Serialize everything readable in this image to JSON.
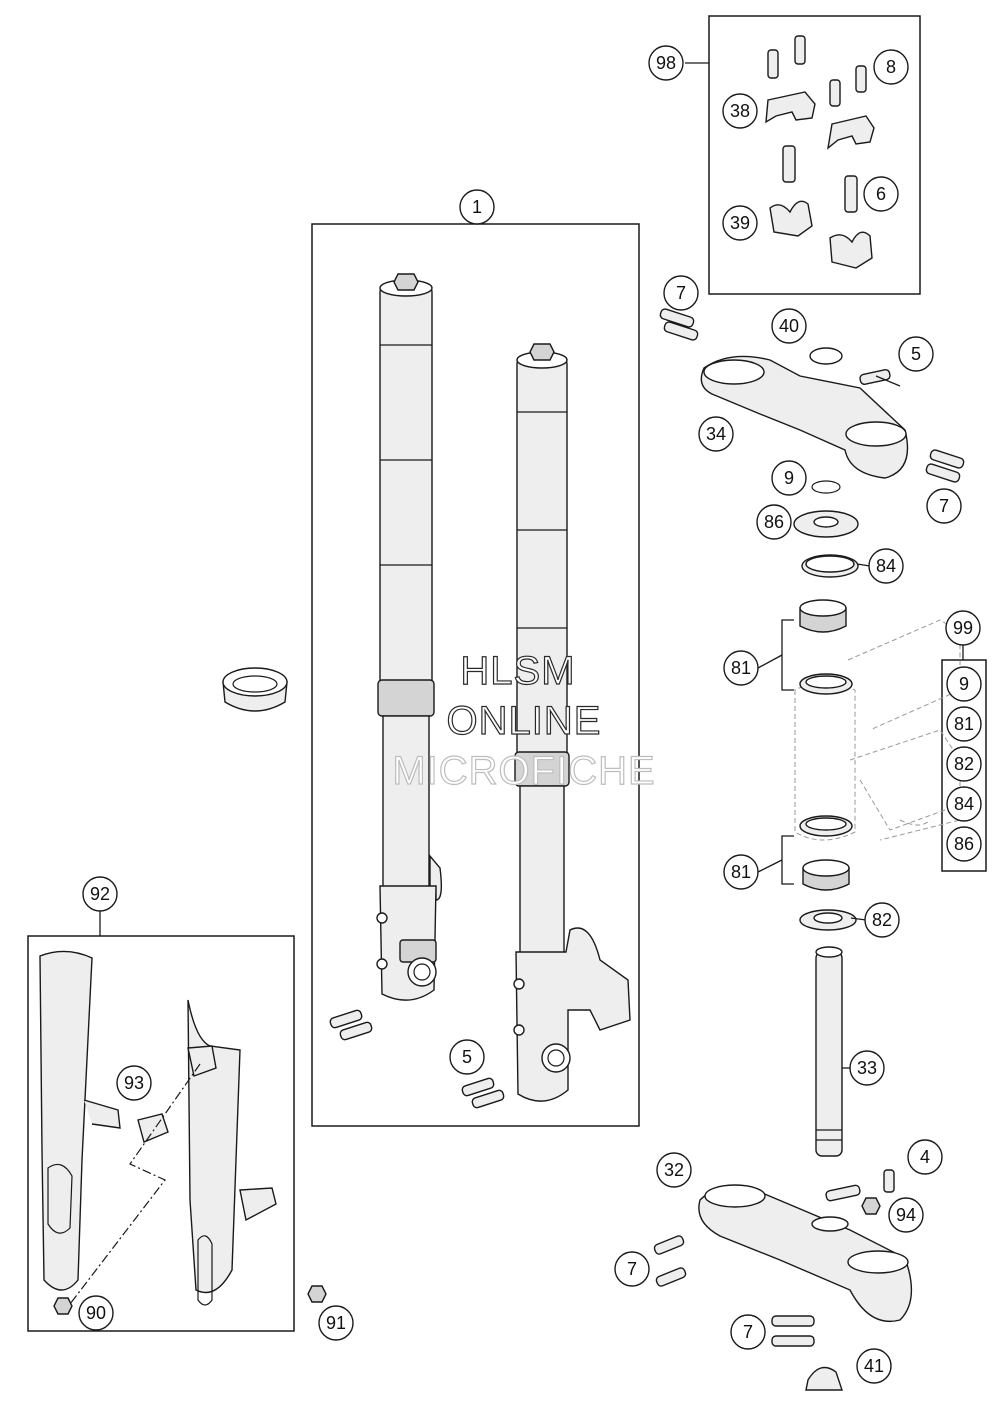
{
  "watermark": {
    "line1": "HLSM",
    "line2": "ONLINE",
    "line3": "MICROFICHE"
  },
  "callouts": {
    "c1": "1",
    "c98": "98",
    "c8": "8",
    "c38": "38",
    "c6": "6",
    "c39": "39",
    "c7a": "7",
    "c40": "40",
    "c5a": "5",
    "c34": "34",
    "c9": "9",
    "c7b": "7",
    "c86": "86",
    "c84": "84",
    "c81a": "81",
    "c81b": "81",
    "c82": "82",
    "c99": "99",
    "c33": "33",
    "c4": "4",
    "c32": "32",
    "c94": "94",
    "c7c": "7",
    "c7d": "7",
    "c41": "41",
    "c5b": "5",
    "c92": "92",
    "c93": "93",
    "c90": "90",
    "c91": "91"
  },
  "kit99": [
    "9",
    "81",
    "82",
    "84",
    "86"
  ]
}
